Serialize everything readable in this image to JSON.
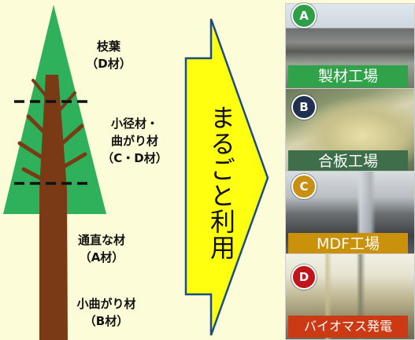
{
  "tree": {
    "labels": {
      "leaves": [
        "枝葉",
        "（D材）"
      ],
      "small_curved": [
        "小径材・",
        "曲がり材",
        "（C・D材）"
      ],
      "straight": [
        "通直な材",
        "（A材）"
      ],
      "small_bent": [
        "小曲がり材",
        "（B材）"
      ]
    }
  },
  "arrow": {
    "text": "まるごと利用"
  },
  "destinations": [
    {
      "badge": "A",
      "caption": "製材工場",
      "badge_color": "#2e9e48",
      "caption_bg": "#2fa24a"
    },
    {
      "badge": "B",
      "caption": "合板工場",
      "badge_color": "#1f3050",
      "caption_bg": "#3e6e4a"
    },
    {
      "badge": "C",
      "caption": "MDF工場",
      "badge_color": "#c98f12",
      "caption_bg": "#c9920a"
    },
    {
      "badge": "D",
      "caption": "バイオマス発電",
      "badge_color": "#c0151b",
      "caption_bg": "#cc3a14"
    }
  ],
  "colors": {
    "background": "#fdfcd8",
    "foliage": "#2eb15a",
    "trunk": "#7a3a16",
    "arrow_fill": "#ffff10",
    "arrow_stroke": "#1d4d7a"
  }
}
